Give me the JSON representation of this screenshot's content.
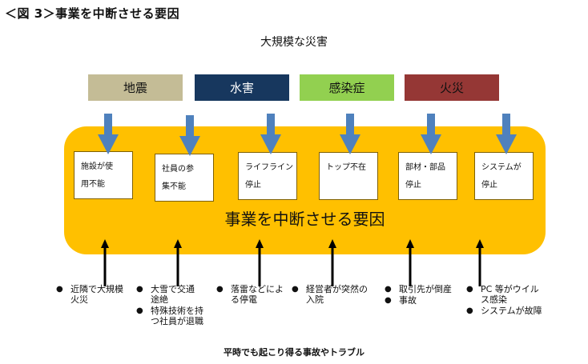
{
  "figure_title": "＜図 3＞事業を中断させる要因",
  "top_title": "大規模な災害",
  "hazards": [
    {
      "label": "地震",
      "bg": "#C4BC96",
      "fg": "#111111"
    },
    {
      "label": "水害",
      "bg": "#17375E",
      "fg": "#FFFFFF"
    },
    {
      "label": "感染症",
      "bg": "#92D050",
      "fg": "#111111"
    },
    {
      "label": "火災",
      "bg": "#953735",
      "fg": "#111111"
    }
  ],
  "center_label": "事業を中断させる要因",
  "causes": [
    {
      "line1": "施設が使",
      "line2": "用不能"
    },
    {
      "line1": "社員の参",
      "line2": "集不能"
    },
    {
      "line1": "ライフライン",
      "line2": "停止"
    },
    {
      "line1": "トップ不在",
      "line2": ""
    },
    {
      "line1": "部材・部品",
      "line2": "停止"
    },
    {
      "line1": "システムが",
      "line2": "停止"
    }
  ],
  "incidents": [
    {
      "items": [
        {
          "lines": [
            "近隣で大規模",
            "火災"
          ]
        }
      ]
    },
    {
      "items": [
        {
          "lines": [
            "大雪で交通",
            "途絶"
          ]
        },
        {
          "lines": [
            "特殊技術を持",
            "つ社員が退職"
          ]
        }
      ]
    },
    {
      "items": [
        {
          "lines": [
            "落雷などによ",
            "る停電"
          ]
        }
      ]
    },
    {
      "items": [
        {
          "lines": [
            "経営者が突然の",
            "入院"
          ]
        }
      ]
    },
    {
      "items": [
        {
          "lines": [
            "取引先が倒産"
          ]
        },
        {
          "lines": [
            "事故"
          ]
        }
      ]
    },
    {
      "items": [
        {
          "lines": [
            "PC 等がウイル",
            "ス感染"
          ]
        },
        {
          "lines": [
            "システムが故障"
          ]
        }
      ]
    }
  ],
  "bullet_glyph": "●",
  "bottom_title": "平時でも起こり得る事故やトラブル",
  "colors": {
    "yellow": "#FFC000",
    "blue_arrow": "#4F81BD",
    "black_arrow": "#000000"
  }
}
